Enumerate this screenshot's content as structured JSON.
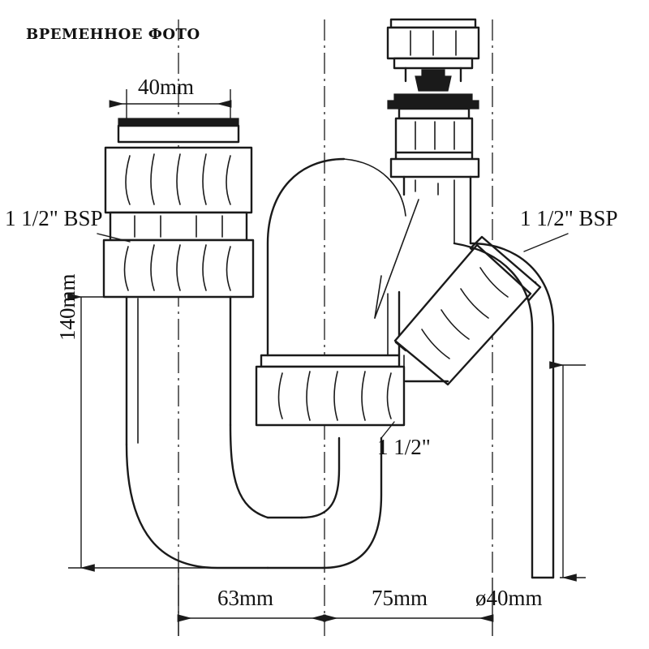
{
  "watermark": {
    "text": "ВРЕМЕННОЕ ФОТО"
  },
  "diagram": {
    "title": "Technical line drawing of a P-trap bottle waste trap with adjustable inlet",
    "line_color": "#1a1a1a",
    "background": "#ffffff",
    "labels": {
      "top_width": "40mm",
      "thread_left": "1 1/2\" BSP",
      "thread_right": "1 1/2\" BSP",
      "height": "140mm",
      "outlet_thread": "1 1/2\"",
      "span_left": "63mm",
      "span_right": "75mm",
      "outlet_diameter": "ø40mm"
    }
  }
}
